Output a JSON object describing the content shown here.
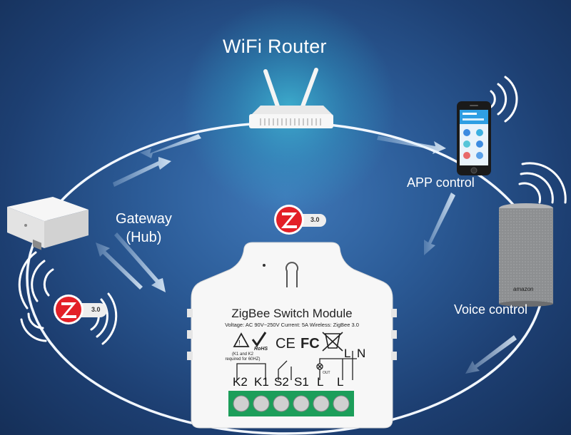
{
  "title": "WiFi Router",
  "nodes": {
    "app": {
      "label": "APP control"
    },
    "gateway": {
      "label_line1": "Gateway",
      "label_line2": "(Hub)"
    },
    "voice": {
      "label": "Voice control"
    }
  },
  "module": {
    "title": "ZigBee Switch Module",
    "spec": "Voltage: AC 90V~250V  Current: 5A   Wireless: ZigBee 3.0",
    "note_line1": "(K1 and K2",
    "note_line2": "required for 60HZ)",
    "terminals_bottom": [
      "K2",
      "K1",
      "S2",
      "S1",
      "L",
      "L"
    ],
    "terminals_top": [
      "L",
      "N"
    ],
    "out_label": "OUT",
    "cert_rohs": "RoHS",
    "cert_ce": "CE",
    "cert_fc": "FC"
  },
  "badges": {
    "version": "3.0"
  },
  "speaker": {
    "brand": "amazon"
  },
  "colors": {
    "background": "#2c5c98",
    "glow": "#2fd0e0",
    "zigbee_red": "#e32027",
    "connector_green": "#2f9d5a"
  }
}
